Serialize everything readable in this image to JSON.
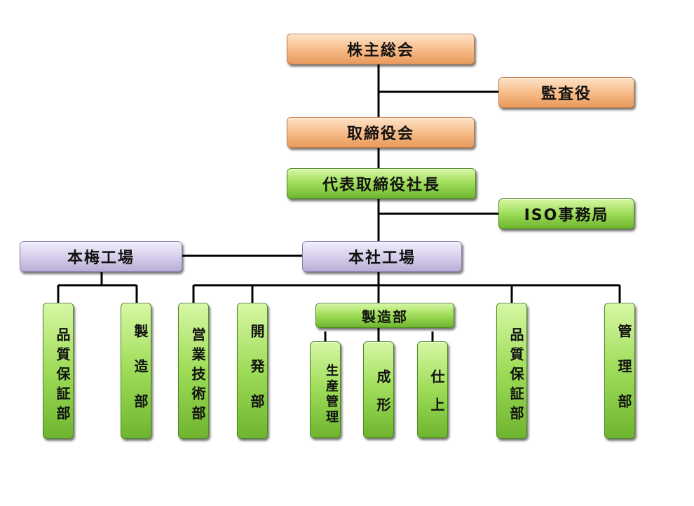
{
  "top": {
    "shareholders": "株主総会",
    "auditor": "監査役",
    "board": "取締役会",
    "president": "代表取締役社長",
    "iso_office": "ISO事務局"
  },
  "factories": {
    "honume": "本梅工場",
    "honsha": "本社工場"
  },
  "honume_depts": {
    "quality": "品質保証部",
    "manufacturing": "製造部"
  },
  "honsha_depts": {
    "sales_tech": "営業技術部",
    "development": "開発部",
    "manufacturing": "製造部",
    "quality": "品質保証部",
    "management": "管理部"
  },
  "manufacturing_sections": {
    "production_control": "生産管理",
    "molding": "成形",
    "finishing": "仕上"
  }
}
